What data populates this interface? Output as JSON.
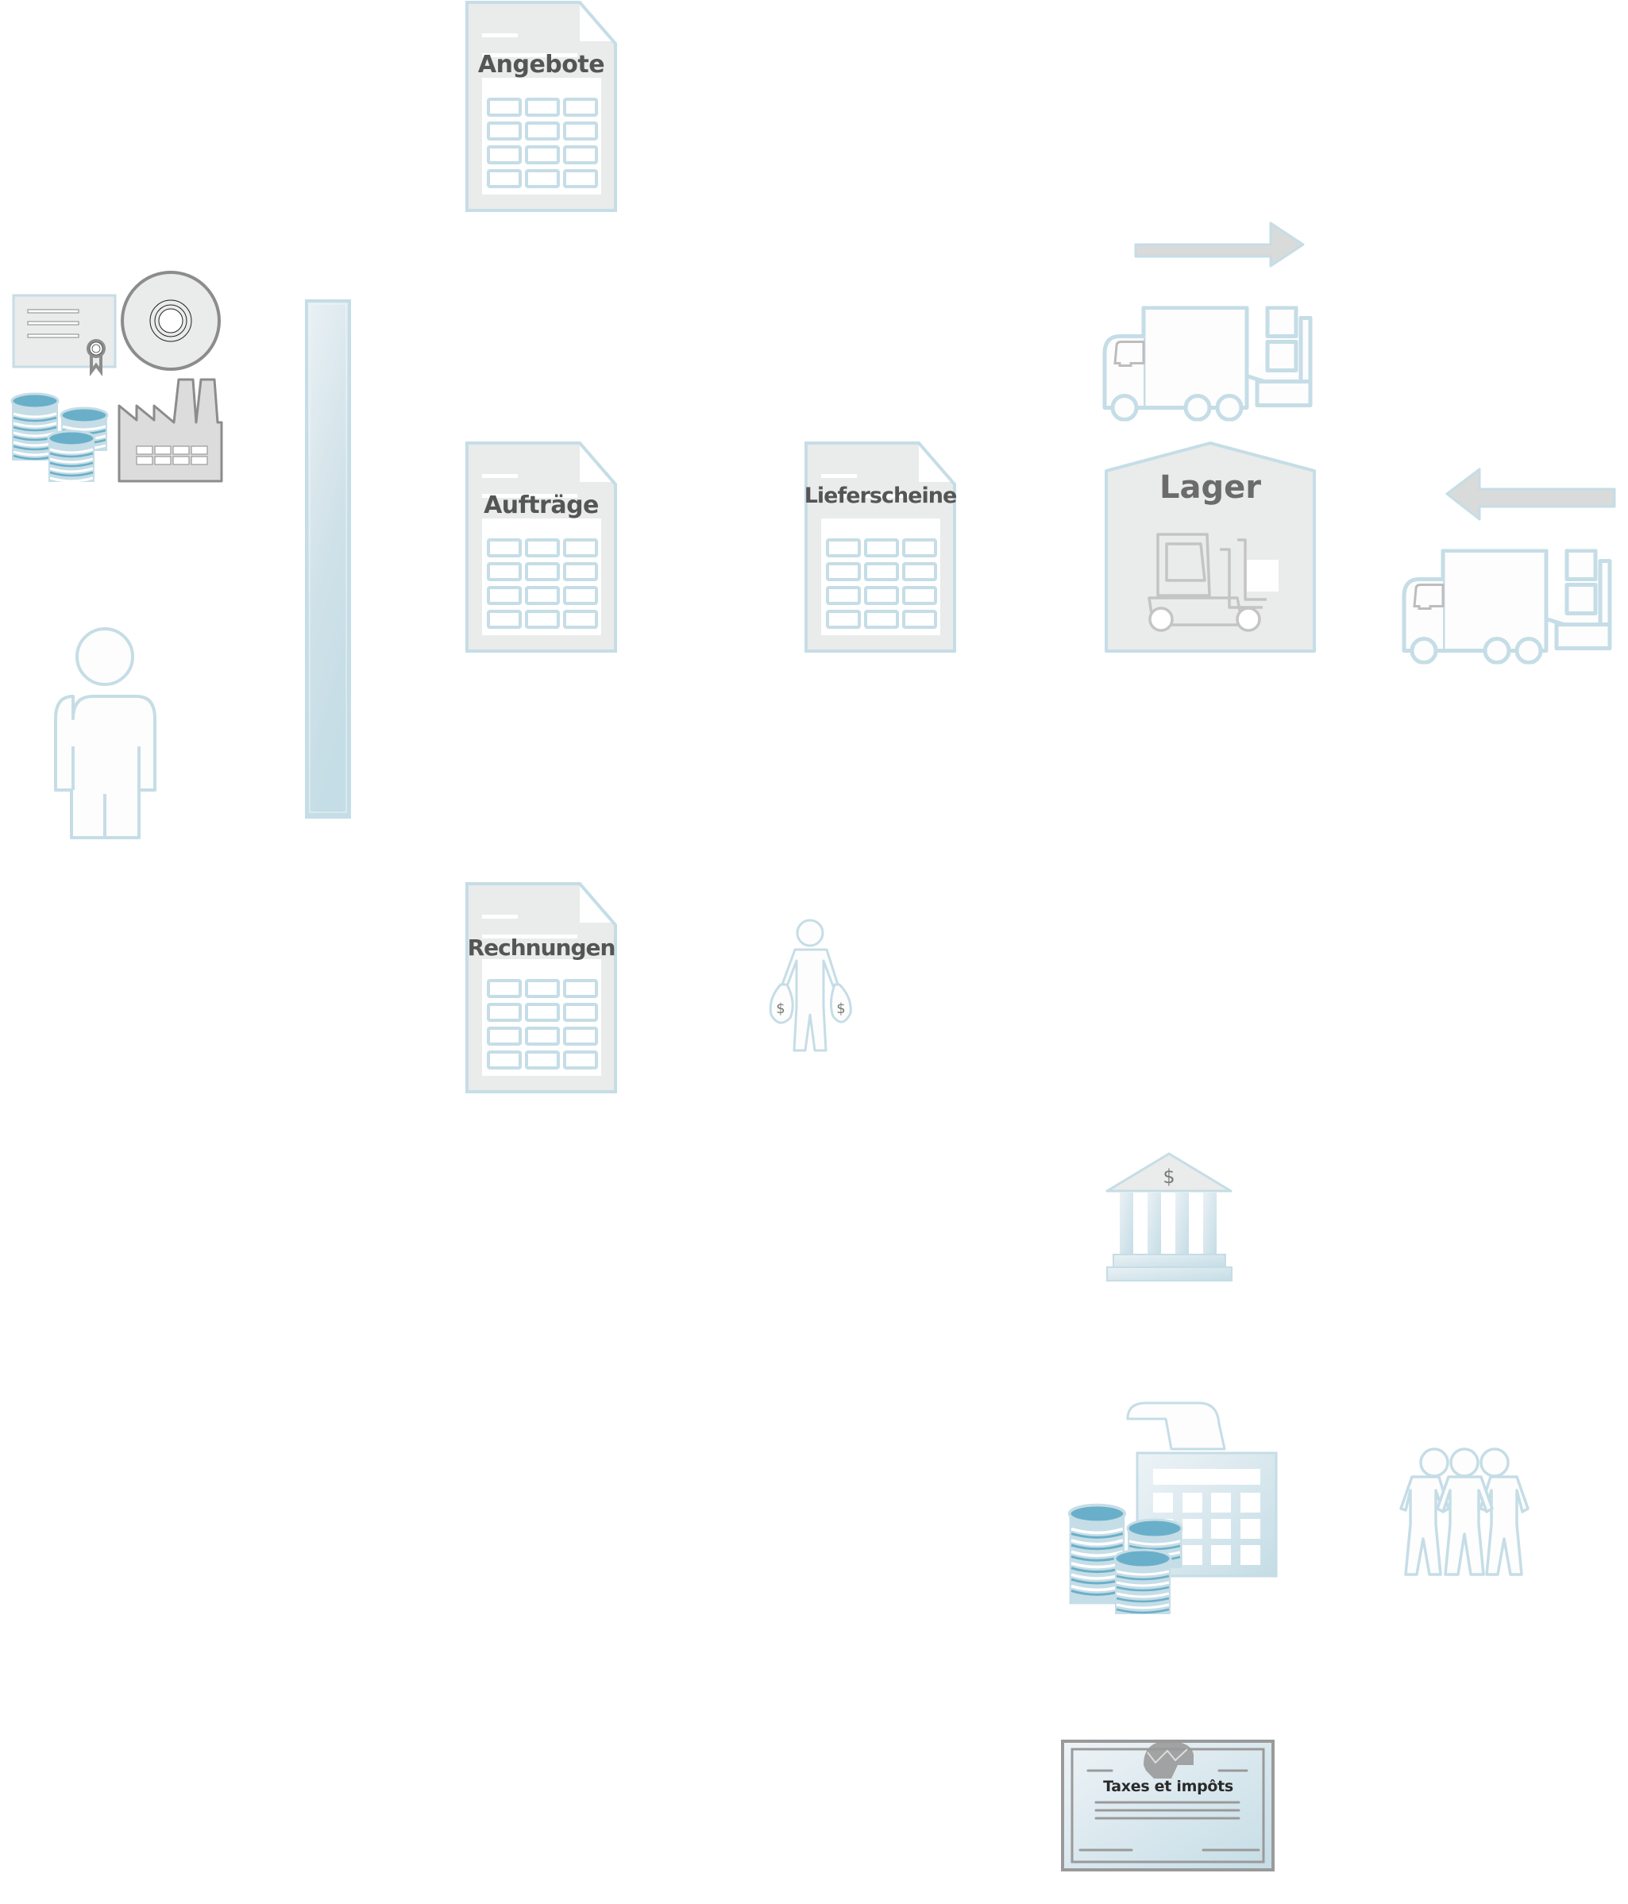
{
  "diagram": {
    "documents": [
      {
        "id": "angebote",
        "label": "Angebote"
      },
      {
        "id": "auftraege",
        "label": "Aufträge"
      },
      {
        "id": "lieferscheine",
        "label": "Lieferscheine"
      },
      {
        "id": "rechnungen",
        "label": "Rechnungen"
      }
    ],
    "warehouse": {
      "label": "Lager"
    },
    "tax_certificate": {
      "label": "Taxes et impôts"
    },
    "bank": {
      "symbol": "$"
    },
    "money_bags": {
      "symbol": "$"
    },
    "icons": [
      "certificate-icon",
      "cd-icon",
      "coin-stacks-icon",
      "factory-icon",
      "vertical-bar",
      "customer-person-icon",
      "outbound-truck-icon",
      "inbound-truck-icon",
      "warehouse-icon",
      "money-person-icon",
      "bank-icon",
      "calculator-coins-icon",
      "team-icon",
      "tax-certificate-icon"
    ]
  },
  "colors": {
    "outline_blue": "#c5dde6",
    "fill_gray": "#eaebeb",
    "dark_gray": "#8c8c8c",
    "coin_blue": "#6aafc9",
    "label_gray": "#555555",
    "arrow_gray": "#d9dada"
  }
}
